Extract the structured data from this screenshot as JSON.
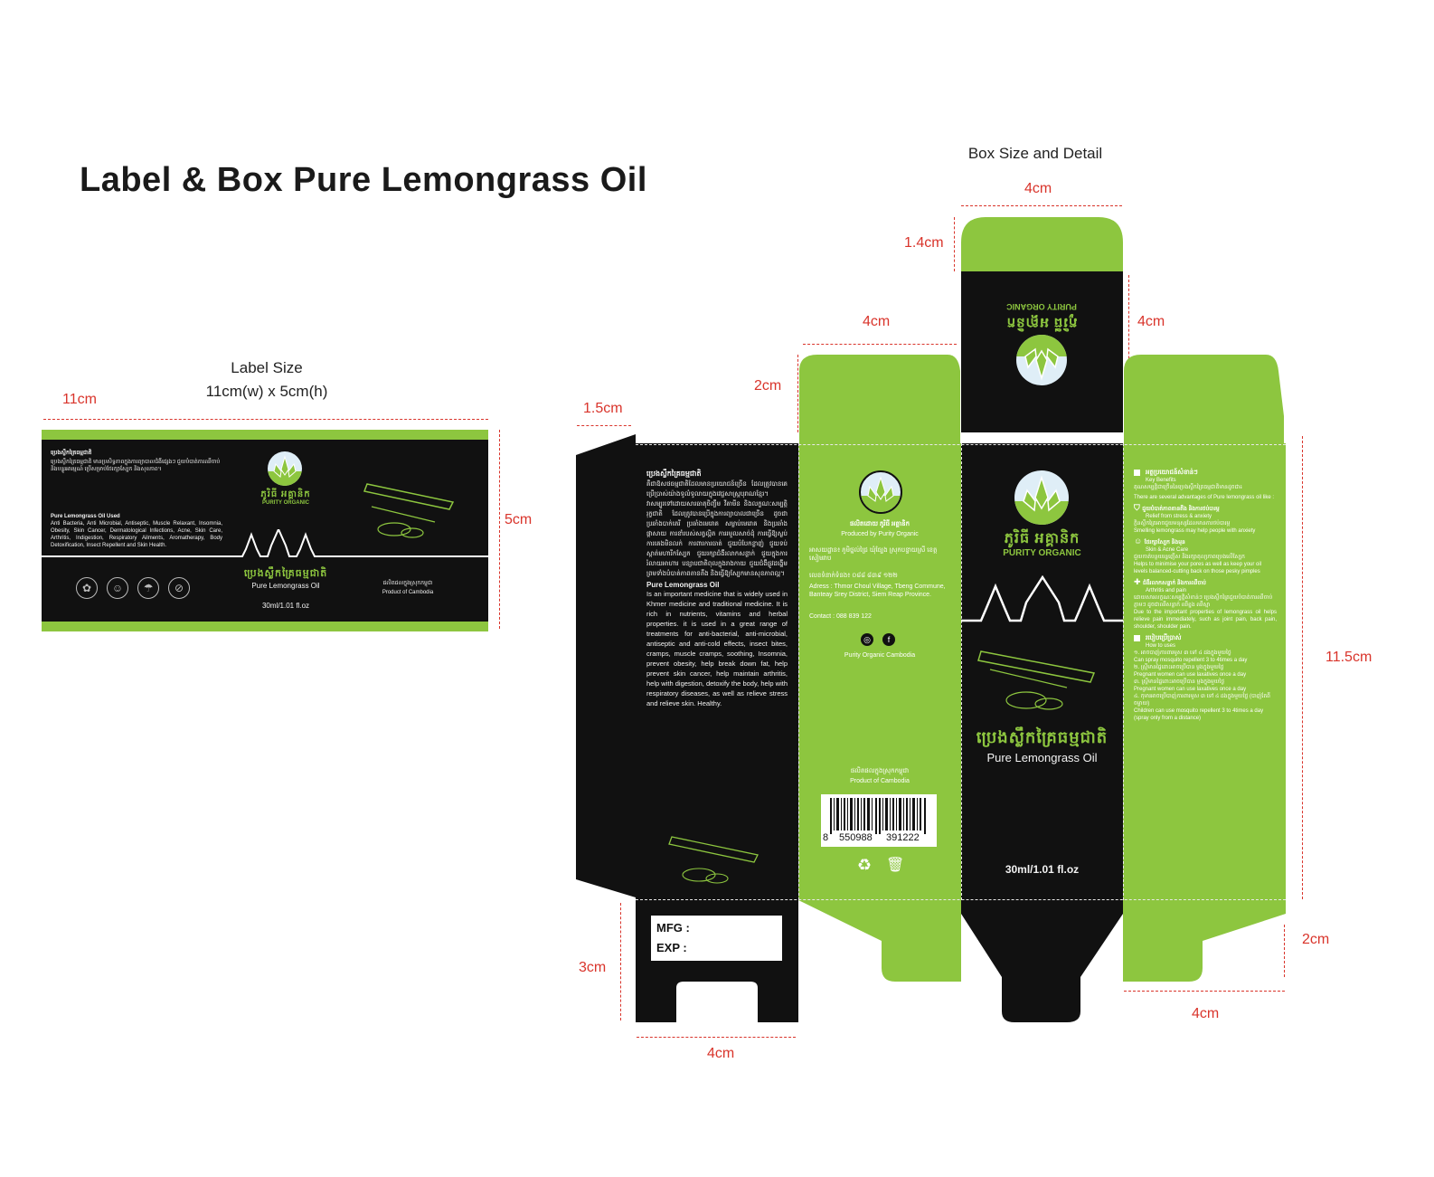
{
  "title": "Label & Box Pure Lemongrass Oil",
  "label": {
    "caption1": "Label Size",
    "caption2": "11cm(w) x 5cm(h)",
    "dim_w": "11cm",
    "dim_h": "5cm",
    "khmer_heading": "ប្រេងស្លឹកគ្រៃធម្មជាតិ",
    "khmer_body": "ប្រេងស្លឹកគ្រៃធម្មជាតិ មានប្រសិទ្ធភាពក្នុងការព្យាបាលជំងឺផ្សេងៗ ជួយបំបាត់ការឈឺចាប់ និងបន្ធូរអារម្មណ៍ ប្រើសម្រាប់ថែរក្សាស្បែក និងសុខភាព។",
    "used_heading": "Pure Lemongrass Oil Used",
    "used_text": "Anti Bacteria, Anti Microbial, Antiseptic, Muscle Relaxant, Insomnia, Obesity, Skin Cancer, Dermatological Infections, Acne, Skin Care, Arthritis, Indigestion, Respiratory Ailments, Aromatherapy, Body Detoxification, Insect Repellent and Skin Health.",
    "brand_kh": "ភូរិធី អគ្គានិក",
    "brand_en": "PURITY ORGANIC",
    "product_kh": "ប្រេងស្លឹកគ្រៃធម្មជាតិ",
    "product_en": "Pure Lemongrass Oil",
    "volume": "30ml/1.01 fl.oz",
    "origin_kh": "ផលិតផលក្នុងស្រុកកម្ពុជា",
    "origin_en": "Product of Cambodia"
  },
  "box": {
    "caption": "Box Size and Detail",
    "dims": {
      "top_w": "4cm",
      "top_h": "1.4cm",
      "lid_h": "4cm",
      "flap_w": "4cm",
      "flap_h": "2cm",
      "side_w": "1.5cm",
      "height": "11.5cm",
      "bottom_h": "3cm",
      "bottom_w": "4cm",
      "bottom2_h": "2cm",
      "right_w": "4cm"
    },
    "lid_brand_en": "PURITY ORGANIC",
    "lid_brand_kh": "ភូរិធី អគ្គានិក",
    "left_panel": {
      "kh_heading": "ប្រេងស្លឹកគ្រៃធម្មជាតិ",
      "kh_body": "គឺជាឱសថធម្មជាតិដែលមានប្រយោជន៍ច្រើន ដែលត្រូវបានគេប្រើប្រាស់យ៉ាងទូលំទូលាយក្នុងវេជ្ជសាស្ត្របុរាណខ្មែរ។ វាសម្បូរទៅដោយសារធាតុចិញ្ចឹម វីតាមីន និងលក្ខណៈសម្បត្តិរុក្ខជាតិ ដែលត្រូវបានប្រើក្នុងការព្យាបាលជាច្រើន ដូចជាប្រឆាំងបាក់តេរី ប្រឆាំងមេរោគ សម្លាប់មេរោគ និងប្រឆាំងផ្តាសាយ ការខាំរបស់សត្វល្អិត ការរមួលសាច់ដុំ ការធ្វើឱ្យស្ងប់ ការគេងមិនលក់ ការពារការធាត់ ជួយបំបែកខ្លាញ់ ជួយទប់ស្កាត់មហារីកស្បែក ជួយរក្សាជំងឺរលាកសន្លាក់ ជួយក្នុងការរំលាយអាហារ បន្សាបជាតិពុលក្នុងរាងកាយ ជួយជំងឺផ្លូវដង្ហើម ព្រមទាំងបំបាត់ភាពតានតឹង និងធ្វើឱ្យស្បែកមានសុខភាពល្អ។",
      "en_heading": "Pure Lemongrass Oil",
      "en_body": "Is an important medicine that is widely used in Khmer medicine and traditional medicine. It is rich in nutrients, vitamins and herbal properties. it is used in a great range of treatments for anti-bacterial, anti-microbial, antiseptic and anti-cold effects, insect bites, cramps, muscle cramps, soothing, Insomnia, prevent obesity, help break down fat, help prevent skin cancer, help maintain arthritis, help with digestion, detoxify the body, help with respiratory diseases, as well as relieve stress and relieve skin. Healthy.",
      "mfg": "MFG :",
      "exp": "EXP  :"
    },
    "green_panel": {
      "produced_kh": "ផលិតដោយ ភូរិធី អគ្គានិក",
      "produced_en": "Produced by Purity Organic",
      "addr_kh": "អាសយដ្ឋាន៖ ភូមិថ្នល់ជ្រៃ ឃុំធ្បែង ស្រុកបន្ទាយស្រី ខេត្តសៀមរាប",
      "phone_kh": "លេខទំនាក់ទំនង៖ ០៨៨ ៨៣៩ ១២២",
      "address_en": "Adress : Thmor Choul Village, Tbeng Commune, Banteay Srey District, Siem Reap Province.",
      "contact_en": "Contact : 088 839 122",
      "social": "Purity Organic Cambodia",
      "origin_kh": "ផលិតផលក្នុងស្រុកកម្ពុជា",
      "origin_en": "Product of Cambodia",
      "barcode_left": "8",
      "barcode_mid": "550988",
      "barcode_right": "391222"
    },
    "front_panel": {
      "brand_kh": "ភូរិធី អគ្គានិក",
      "brand_en": "PURITY ORGANIC",
      "product_kh": "ប្រេងស្លឹកគ្រៃធម្មជាតិ",
      "product_en": "Pure Lemongrass Oil",
      "volume": "30ml/1.01 fl.oz"
    },
    "right_panel": {
      "kb_kh": "អត្ថប្រយោជន៍សំខាន់ៗ",
      "kb_en": "Key Benefits",
      "kb_intro_kh": "គុណសម្បត្តិជាច្រើននៃប្រេងស្លឹកគ្រៃធម្មជាតិមានដូចជា៖",
      "kb_intro_en": "There are several advantages of Pure lemongrass oil like :",
      "b1_kh": "ជួយបំបាត់ភាពតានតឹង និងការថប់បារម្ភ",
      "b1_en": "Relief from stress & anxiety",
      "b1_desc_kh": "ក្លិនស្លឹកគ្រៃអាចជួយមនុស្សដែលមានការថប់បារម្ភ",
      "b1_desc_en": "Smelling lemongrass may help people with anxiety",
      "b2_kh": "ថែរក្សាស្បែក និងមុន",
      "b2_en": "Skin & Acne Care",
      "b2_desc_kh": "ជួយកាត់បន្ថយរន្ធញើស និងរក្សាតុល្យភាពប្រេងលើស្បែក",
      "b2_desc_en": "Helps to minimise your pores as well as keep your oil levels balanced-cutting back on those pesky pimples",
      "b3_kh": "ជំងឺរលាកសន្លាក់ និងការឈឺចាប់",
      "b3_en": "Arthritis and pain",
      "b3_desc_kh": "ដោយសារលក្ខណៈសម្បត្តិសំខាន់ៗ ប្រេងស្លឹកគ្រៃជួយបំបាត់ការឈឺចាប់ភ្លាមៗ ដូចជាឈឺសន្លាក់ ឈឺខ្នង ឈឺស្មា",
      "b3_desc_en": "Due to the important properties of lemongrass oil helps relieve pain immediately, such as joint pain, back pain, shoulder, shoulder pain.",
      "how_kh": "របៀបប្រើប្រាស់",
      "how_en": "How to uses",
      "h1_kh": "១. អាចបាញ់ការពារមូស ៣ ទៅ ៤ ដងក្នុងមួយថ្ងៃ",
      "h1_en": "Can spray mosquito repellent 3 to 4times a day",
      "h2_kh": "២. ស្ត្រីមានផ្ទៃពោះអាចប្រើបាន ម្តងក្នុងមួយថ្ងៃ",
      "h2_en": "Pregnant women can use laxatives once a day",
      "h3_kh": "៣. ស្ត្រីមានផ្ទៃពោះអាចប្រើបាន ម្តងក្នុងមួយថ្ងៃ",
      "h3_en": "Pregnant women can use laxatives once a day",
      "h4_kh": "៤. កុមារអាចប្រើបាញ់ការពារមូស ៣ ទៅ ៤ ដងក្នុងមួយថ្ងៃ (បាញ់តែពីចម្ងាយ)",
      "h4_en": "Children can use mosquito repellent 3 to 4times a day (spray only from a distance)"
    }
  },
  "colors": {
    "accent": "#8dc63f",
    "dark": "#111111",
    "dimension": "#d9342b"
  }
}
